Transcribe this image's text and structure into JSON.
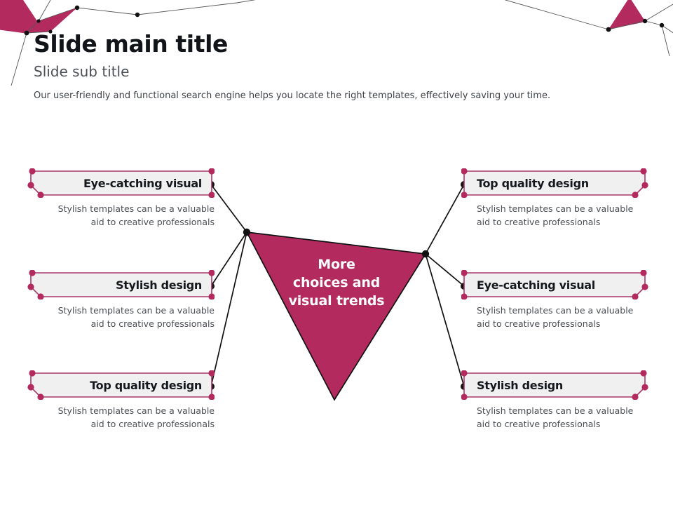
{
  "header": {
    "title": "Slide main title",
    "subtitle": "Slide sub title",
    "description": "Our user-friendly and functional search engine helps you locate the right templates, effectively saving your time."
  },
  "center": {
    "label": "More\nchoices and\nvisual trends",
    "line1": "More",
    "line2": "choices and",
    "line3": "visual trends"
  },
  "colors": {
    "magenta": "#B32B5E",
    "border_pink": "#A8386A",
    "node_pink": "#B32B5E",
    "box_fill": "#F0F0F0",
    "connector": "#111111",
    "deco_line": "#555555",
    "title": "#111418",
    "subtitle": "#4c5055",
    "body": "#4b4f54"
  },
  "items": {
    "left": [
      {
        "title": "Eye-catching  visual",
        "description": "Stylish templates can be a valuable aid to creative professionals"
      },
      {
        "title": "Stylish design",
        "description": "Stylish templates can be a valuable aid to creative professionals"
      },
      {
        "title": "Top quality design",
        "description": "Stylish templates can be a valuable aid to creative professionals"
      }
    ],
    "right": [
      {
        "title": "Top quality design",
        "description": "Stylish templates can be a valuable aid to creative professionals"
      },
      {
        "title": "Eye-catching  visual",
        "description": "Stylish templates can be a valuable aid to creative professionals"
      },
      {
        "title": "Stylish design",
        "description": "Stylish templates can be a valuable aid to creative professionals"
      }
    ]
  }
}
